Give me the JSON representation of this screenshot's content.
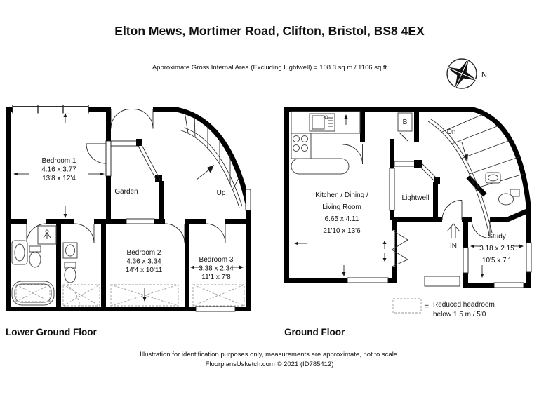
{
  "title": "Elton Mews, Mortimer Road, Clifton, Bristol, BS8 4EX",
  "area_note": "Approximate Gross Internal Area (Excluding Lightwell) = 108.3 sq m / 1166 sq ft",
  "compass": {
    "north_label": "N"
  },
  "lower_floor": {
    "label": "Lower Ground Floor",
    "bedroom1": {
      "name": "Bedroom 1",
      "metric": "4.16 x 3.77",
      "imperial": "13'8 x 12'4"
    },
    "bedroom2": {
      "name": "Bedroom 2",
      "metric": "4.36 x 3.34",
      "imperial": "14'4 x 10'11"
    },
    "bedroom3": {
      "name": "Bedroom 3",
      "metric": "3.38 x 2.34",
      "imperial": "11'1 x 7'8"
    },
    "garden": {
      "name": "Garden"
    },
    "stairs": {
      "label": "Up"
    }
  },
  "ground_floor": {
    "label": "Ground Floor",
    "kitchen": {
      "name_line1": "Kitchen / Dining /",
      "name_line2": "Living Room",
      "metric": "6.65 x 4.11",
      "imperial": "21'10 x 13'6"
    },
    "lightwell": {
      "name": "Lightwell"
    },
    "study": {
      "name": "Study",
      "metric": "3.18 x 2.15",
      "imperial": "10'5 x 7'1"
    },
    "stairs": {
      "label": "Dn"
    },
    "boiler": {
      "label": "B"
    },
    "entrance": {
      "label": "IN"
    }
  },
  "legend": {
    "symbol": "=",
    "line1": "Reduced headroom",
    "line2": "below 1.5 m / 5'0"
  },
  "footer": {
    "line1": "Illustration for identification purposes only, measurements are approximate, not to scale.",
    "line2": "FloorplansUsketch.com © 2021 (ID785412)"
  }
}
